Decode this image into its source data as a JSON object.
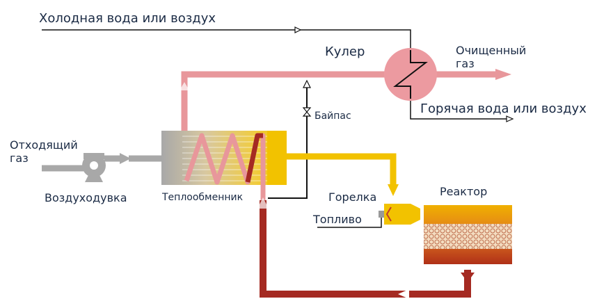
{
  "diagram": {
    "labels": {
      "cold_water": "Холодная вода или воздух",
      "cooler": "Кулер",
      "clean_gas": "Очищенный\nгаз",
      "clean_gas_l1": "Очищенный",
      "clean_gas_l2": "газ",
      "hot_water": "Горячая вода или воздух",
      "bypass": "Байпас",
      "waste_gas_l1": "Отходящий",
      "waste_gas_l2": "газ",
      "blower": "Воздуходувка",
      "heat_exchanger": "Теплообменник",
      "burner": "Горелка",
      "fuel": "Топливо",
      "reactor": "Реактор"
    },
    "colors": {
      "cool_pipe": "#e8979b",
      "hot_pipe": "#a52a22",
      "burner_pipe": "#f2c200",
      "blower_gray": "#a8a8a8",
      "cooler_fill": "#ec9aa0",
      "text": "#1a2a44"
    }
  }
}
